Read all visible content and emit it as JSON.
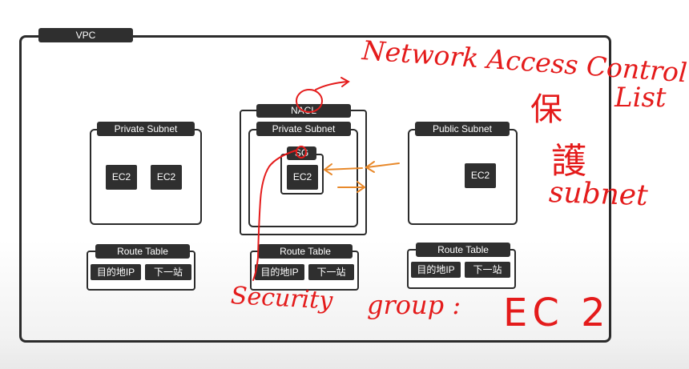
{
  "vpc": {
    "label": "VPC"
  },
  "subnets": {
    "left": {
      "label": "Private Subnet",
      "instances": [
        "EC2",
        "EC2"
      ]
    },
    "middle": {
      "nacl_label": "NACL",
      "label": "Private Subnet",
      "sg_label": "SG",
      "instance": "EC2"
    },
    "right": {
      "label": "Public Subnet",
      "instance": "EC2"
    }
  },
  "route_tables": [
    {
      "title": "Route Table",
      "col1": "目的地IP",
      "col2": "下一站"
    },
    {
      "title": "Route Table",
      "col1": "目的地IP",
      "col2": "下一站"
    },
    {
      "title": "Route Table",
      "col1": "目的地IP",
      "col2": "下一站"
    }
  ],
  "annotations": {
    "nacl_note": "Network Access Control",
    "list_word": "List",
    "protect_chars": [
      "保",
      "護"
    ],
    "subnet_word": "subnet",
    "security": "Security",
    "group": "group :",
    "ec2": "EC 2"
  },
  "colors": {
    "box_stroke": "#2b2b2b",
    "label_fill": "#2f2f2f",
    "arrow_orange": "#e8892b",
    "annotation_red": "#e41b1b"
  }
}
